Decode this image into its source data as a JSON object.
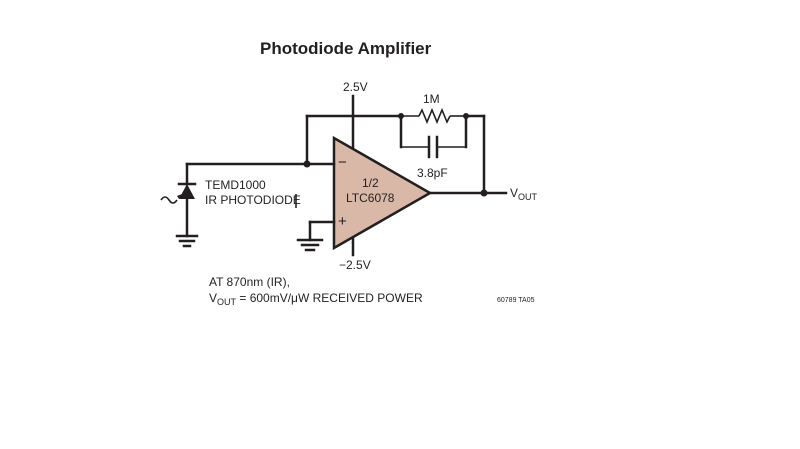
{
  "title": "Photodiode Amplifier",
  "supply_positive": "2.5V",
  "supply_negative": "−2.5V",
  "resistor_label": "1M",
  "capacitor_label": "3.8pF",
  "opamp": {
    "line1": "1/2",
    "line2": "LTC6078",
    "fill_color": "#d9b8a8"
  },
  "photodiode": {
    "line1": "TEMD1000",
    "line2": "IR PHOTODIODE"
  },
  "output": {
    "prefix": "V",
    "subscript": "OUT"
  },
  "note": {
    "line1": "AT 870nm (IR),",
    "line2_prefix": "V",
    "line2_subscript": "OUT",
    "line2_suffix": " = 600mV/μW RECEIVED POWER"
  },
  "figure_code": "60789 TA05"
}
